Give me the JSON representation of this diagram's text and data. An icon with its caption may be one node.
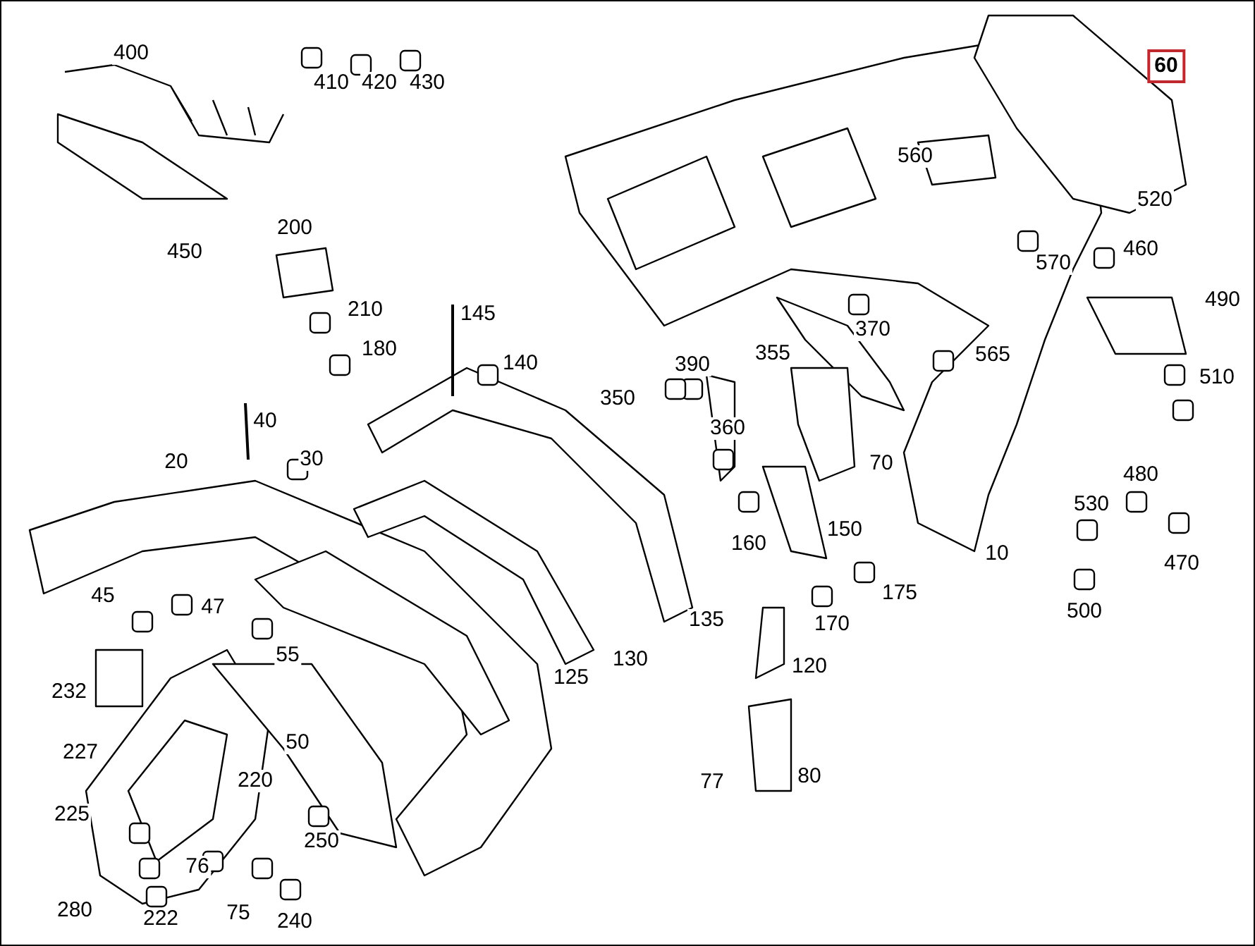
{
  "diagram": {
    "nodes": [
      {
        "text": [
          "60"
        ]
      }
    ],
    "labels": [
      "400",
      "410",
      "420",
      "430",
      "560",
      "520",
      "450",
      "200",
      "570",
      "460",
      "210",
      "145",
      "490",
      "180",
      "140",
      "390",
      "370",
      "355",
      "350",
      "565",
      "510",
      "40",
      "360",
      "70",
      "30",
      "20",
      "480",
      "530",
      "160",
      "150",
      "10",
      "470",
      "45",
      "47",
      "135",
      "175",
      "500",
      "55",
      "170",
      "130",
      "232",
      "125",
      "120",
      "227",
      "50",
      "220",
      "225",
      "77",
      "80",
      "250",
      "76",
      "280",
      "75",
      "222",
      "240"
    ]
  }
}
